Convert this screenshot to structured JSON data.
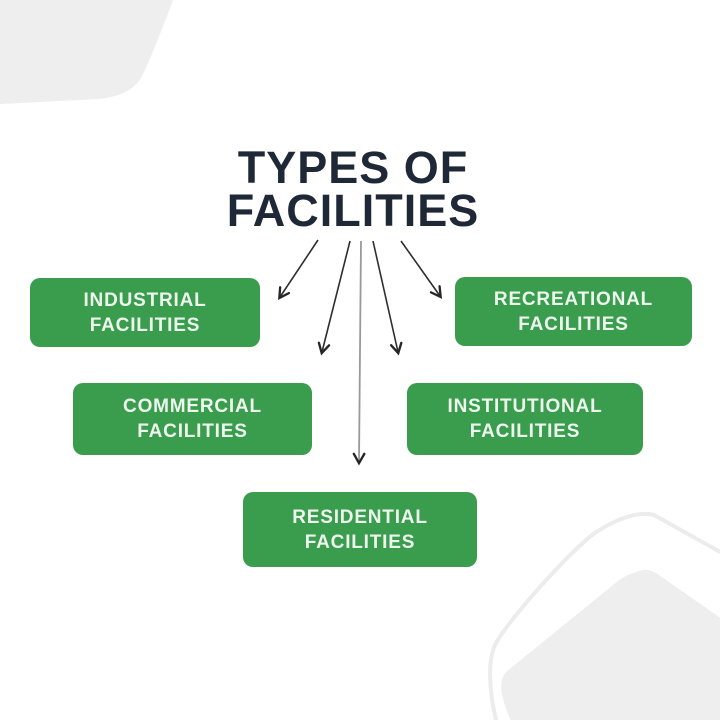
{
  "title": {
    "text": "TYPES OF FACILITIES",
    "line1": "TYPES OF",
    "line2": "FACILITIES"
  },
  "diagram": {
    "nodes": [
      {
        "id": "industrial",
        "line1": "INDUSTRIAL",
        "line2": "FACILITIES"
      },
      {
        "id": "recreational",
        "line1": "RECREATIONAL",
        "line2": "FACILITIES"
      },
      {
        "id": "commercial",
        "line1": "COMMERCIAL",
        "line2": "FACILITIES"
      },
      {
        "id": "institutional",
        "line1": "INSTITUTIONAL",
        "line2": "FACILITIES"
      },
      {
        "id": "residential",
        "line1": "RESIDENTIAL",
        "line2": "FACILITIES"
      }
    ]
  },
  "colors": {
    "page_bg": "#ffffff",
    "box_green": "#3a9d4e",
    "box_text": "#edf7ee",
    "title_navy": "#1e2836",
    "arrow_dark": "#2e2e2e",
    "arrow_gray": "#999999",
    "bg_shape_gray": "#eeeeee",
    "bg_shape_stroke": "#ececec"
  }
}
